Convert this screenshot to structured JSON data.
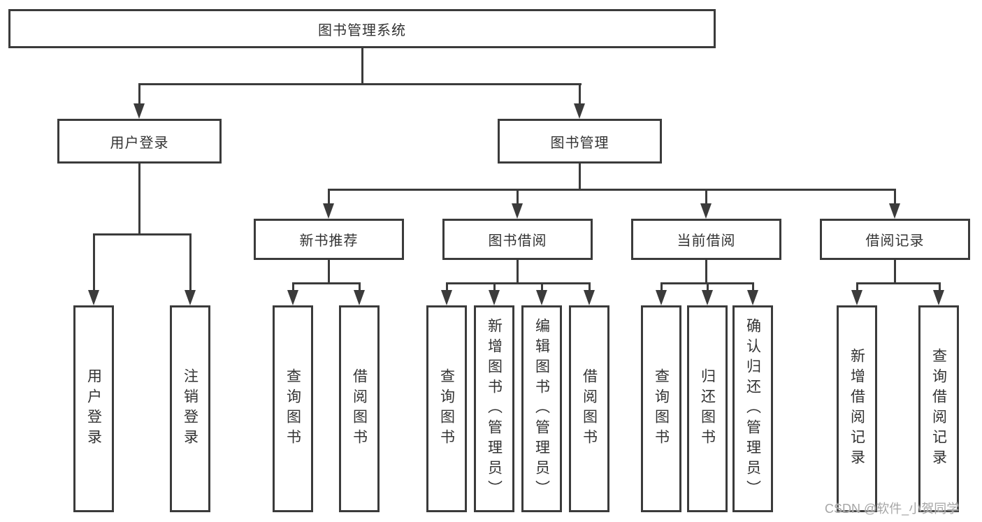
{
  "diagram": {
    "root": {
      "label": "图书管理系统"
    },
    "branches": [
      {
        "label": "用户登录",
        "leaves": [
          "用户登录",
          "注销登录"
        ]
      },
      {
        "label": "图书管理",
        "children": [
          {
            "label": "新书推荐",
            "leaves": [
              "查询图书",
              "借阅图书"
            ]
          },
          {
            "label": "图书借阅",
            "leaves": [
              "查询图书",
              "新增图书（管理员）",
              "编辑图书（管理员）",
              "借阅图书"
            ]
          },
          {
            "label": "当前借阅",
            "leaves": [
              "查询图书",
              "归还图书",
              "确认归还（管理员）"
            ]
          },
          {
            "label": "借阅记录",
            "leaves": [
              "新增借阅记录",
              "查询借阅记录"
            ]
          }
        ]
      }
    ]
  },
  "watermark": {
    "text": "CSDN @软件_小贺同学"
  },
  "colors": {
    "line": "#3b3b3b",
    "text": "#333333",
    "watermark": "#a6a6a6",
    "background": "#ffffff"
  }
}
